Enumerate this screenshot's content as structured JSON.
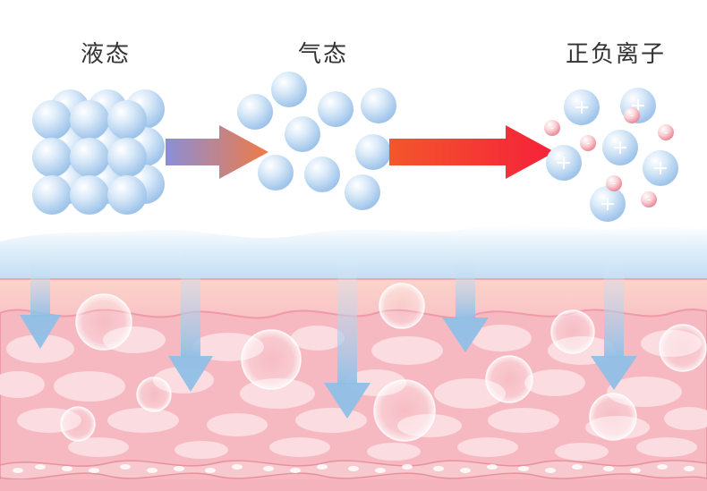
{
  "labels": {
    "liquid": "液态",
    "gas": "气态",
    "ions": "正负离子"
  },
  "colors": {
    "sphere_blue": "#bcd8f2",
    "arrow_start": "#8a8fd8",
    "arrow_mid": "#f07a45",
    "arrow_end": "#f5213a",
    "skin_pink": "#f4b8c0",
    "skin_light": "#fbe3e6",
    "water_blue": "#cfe6f7",
    "down_arrow_blue": "#a9cde9"
  },
  "symbols": {
    "positive": "+",
    "negative": "-"
  }
}
